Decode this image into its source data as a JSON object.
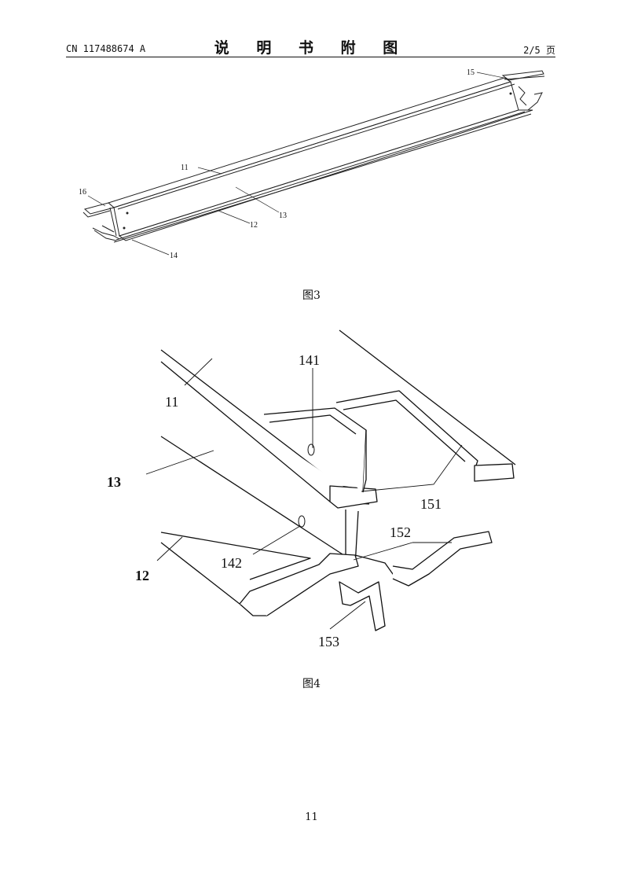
{
  "header": {
    "doc_number": "CN 117488674 A",
    "title": "说 明 书 附 图",
    "page_count": "2/5 页"
  },
  "figure3": {
    "caption": "图3",
    "labels": {
      "l11": "11",
      "l12": "12",
      "l13": "13",
      "l14": "14",
      "l15": "15",
      "l16": "16"
    }
  },
  "figure4": {
    "caption": "图4",
    "labels": {
      "l11": "11",
      "l12": "12",
      "l13": "13",
      "l141": "141",
      "l142": "142",
      "l151": "151",
      "l152": "152",
      "l153": "153"
    }
  },
  "footer": {
    "page_number": "11"
  }
}
